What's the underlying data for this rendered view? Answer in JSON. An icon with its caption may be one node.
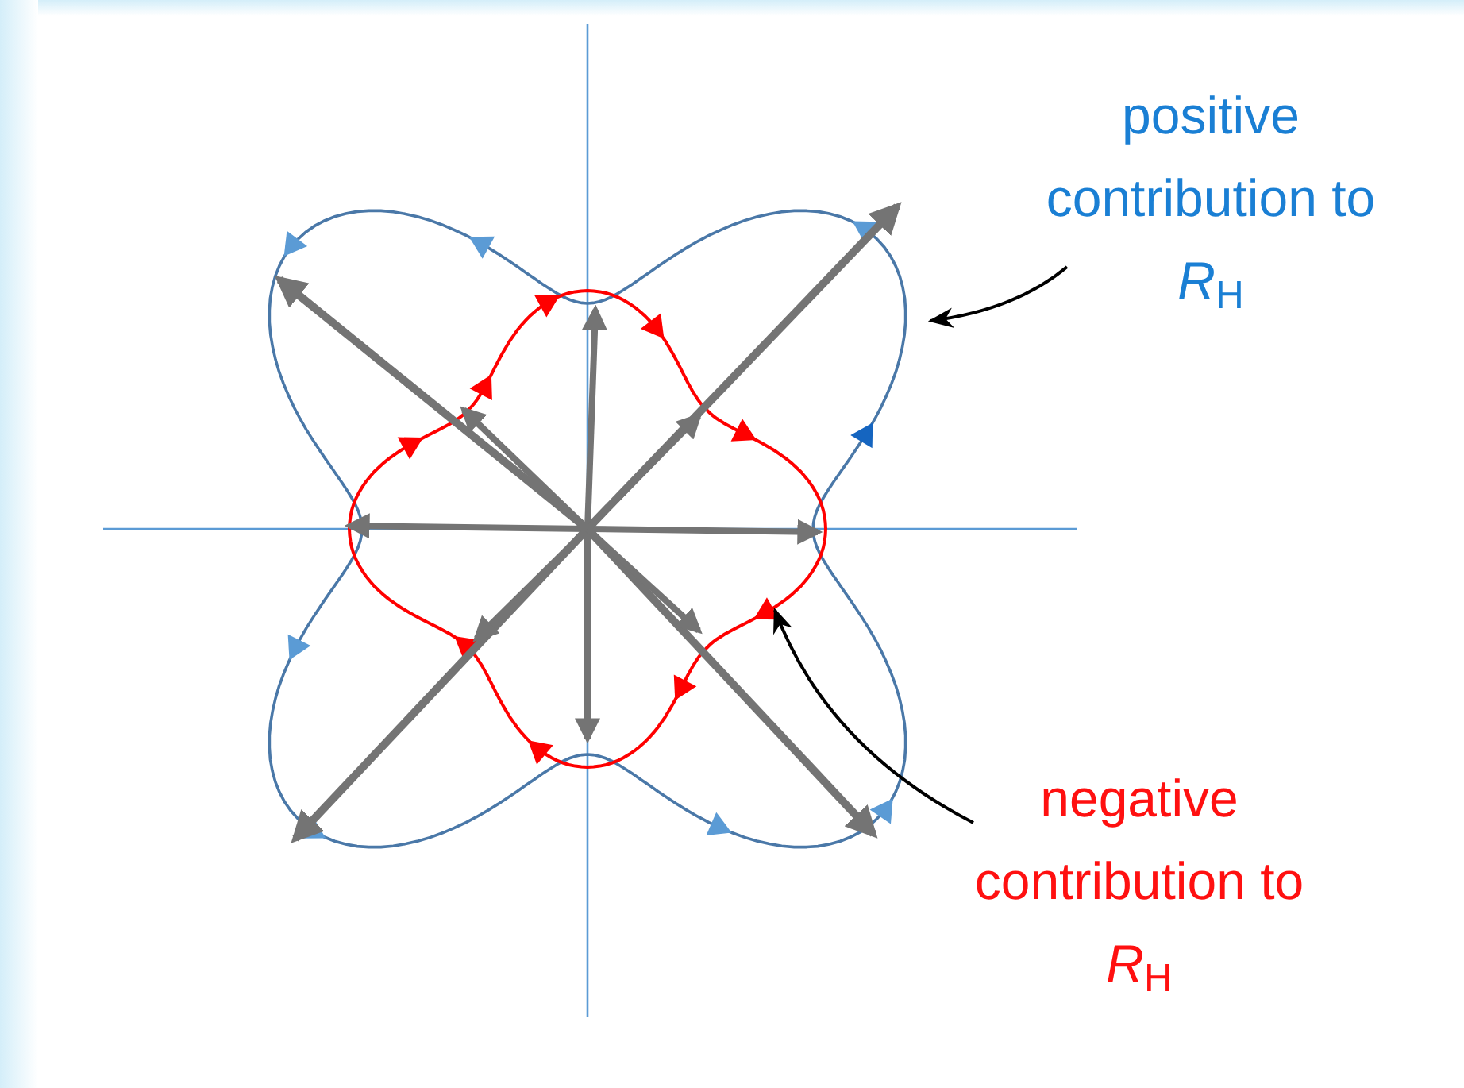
{
  "diagram": {
    "nodes": [
      {
        "text": [
          "positive contribution to *R*$_{H}$"
        ]
      },
      {
        "text": [
          "negative contribution to *R*$_{H}$"
        ]
      }
    ],
    "edges": [
      {
        "from": 0,
        "to": null,
        "arrow": "to"
      },
      {
        "from": 1,
        "to": null,
        "arrow": "to"
      }
    ]
  }
}
